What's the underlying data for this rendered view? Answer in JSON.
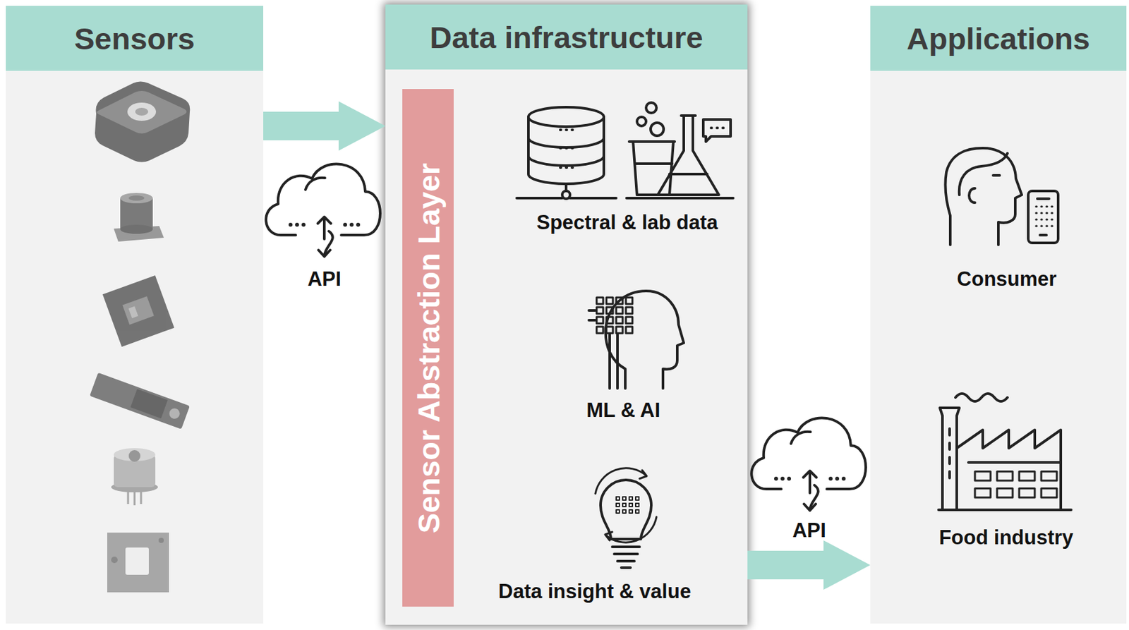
{
  "diagram": {
    "nodes": [
      {
        "text": [
          "Sensors"
        ]
      },
      {
        "text": [
          "Data infrastructure"
        ]
      },
      {
        "text": [
          "Sensor Abstraction Layer"
        ],
        "in": 1
      },
      {
        "text": [
          "Applications"
        ]
      }
    ],
    "edges": [
      {
        "from": 0,
        "to": 1,
        "arrow": "to",
        "label": "API"
      },
      {
        "from": 1,
        "to": 3,
        "arrow": "to",
        "label": "API"
      }
    ],
    "labels": [
      "Spectral & lab data",
      "ML & AI",
      "Data insight & value",
      "Consumer",
      "Food industry"
    ]
  }
}
